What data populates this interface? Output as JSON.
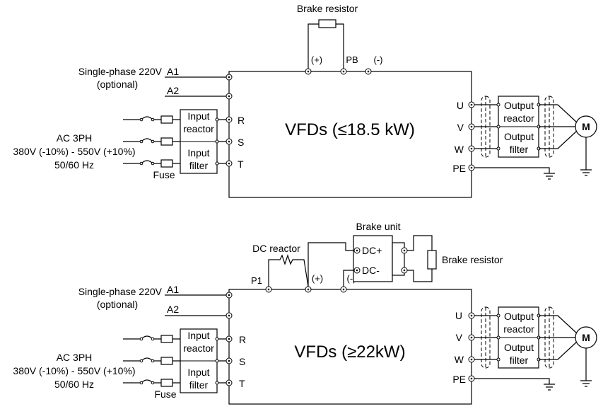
{
  "labels": {
    "brake_resistor": "Brake resistor",
    "plus": "(+)",
    "minus": "(-)",
    "pb": "PB",
    "p1": "P1",
    "single_phase": "Single-phase 220V",
    "optional": "(optional)",
    "a1": "A1",
    "a2": "A2",
    "ac3ph": "AC 3PH",
    "voltage": "380V (-10%) - 550V (+10%)",
    "freq": "50/60 Hz",
    "fuse": "Fuse",
    "input": "Input",
    "reactor": "reactor",
    "filter": "filter",
    "output": "Output",
    "r": "R",
    "s": "S",
    "t": "T",
    "u": "U",
    "v": "V",
    "w": "W",
    "pe": "PE",
    "motor": "M",
    "dc_reactor": "DC reactor",
    "brake_unit": "Brake unit",
    "dc_plus": "DC+",
    "dc_minus": "DC-"
  },
  "diagrams": {
    "top": {
      "title": "VFDs (≤18.5 kW)"
    },
    "bottom": {
      "title": "VFDs (≥22kW)"
    }
  }
}
